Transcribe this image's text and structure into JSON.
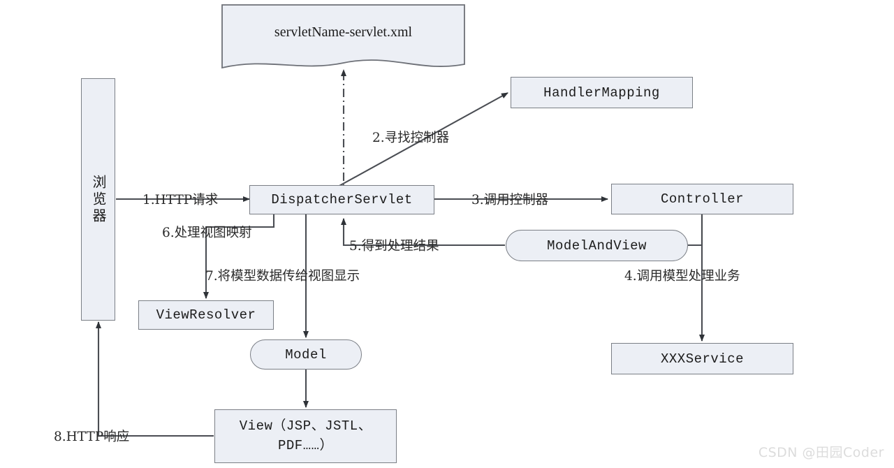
{
  "diagram": {
    "title": "Spring MVC Request Flow",
    "colors": {
      "node_fill": "#eceff5",
      "node_border": "#7b7f86",
      "line": "#404349",
      "text": "#1b1b1b",
      "watermark": "#dcdcdc"
    },
    "nodes": {
      "config_xml": "servletName-servlet.xml",
      "browser": "浏览器",
      "dispatcher_servlet": "DispatcherServlet",
      "handler_mapping": "HandlerMapping",
      "controller": "Controller",
      "model_and_view": "ModelAndView",
      "xxx_service": "XXXService",
      "view_resolver": "ViewResolver",
      "model": "Model",
      "view_line1": "View（JSP、JSTL、",
      "view_line2": "PDF……）"
    },
    "edges": {
      "step1": "1.HTTP请求",
      "step2": "2.寻找控制器",
      "step3": "3.调用控制器",
      "step4": "4.调用模型处理业务",
      "step5": "5.得到处理结果",
      "step6": "6.处理视图映射",
      "step7": "7.将模型数据传给视图显示",
      "step8": "8.HTTP响应"
    }
  },
  "watermark": "CSDN @田园Coder"
}
